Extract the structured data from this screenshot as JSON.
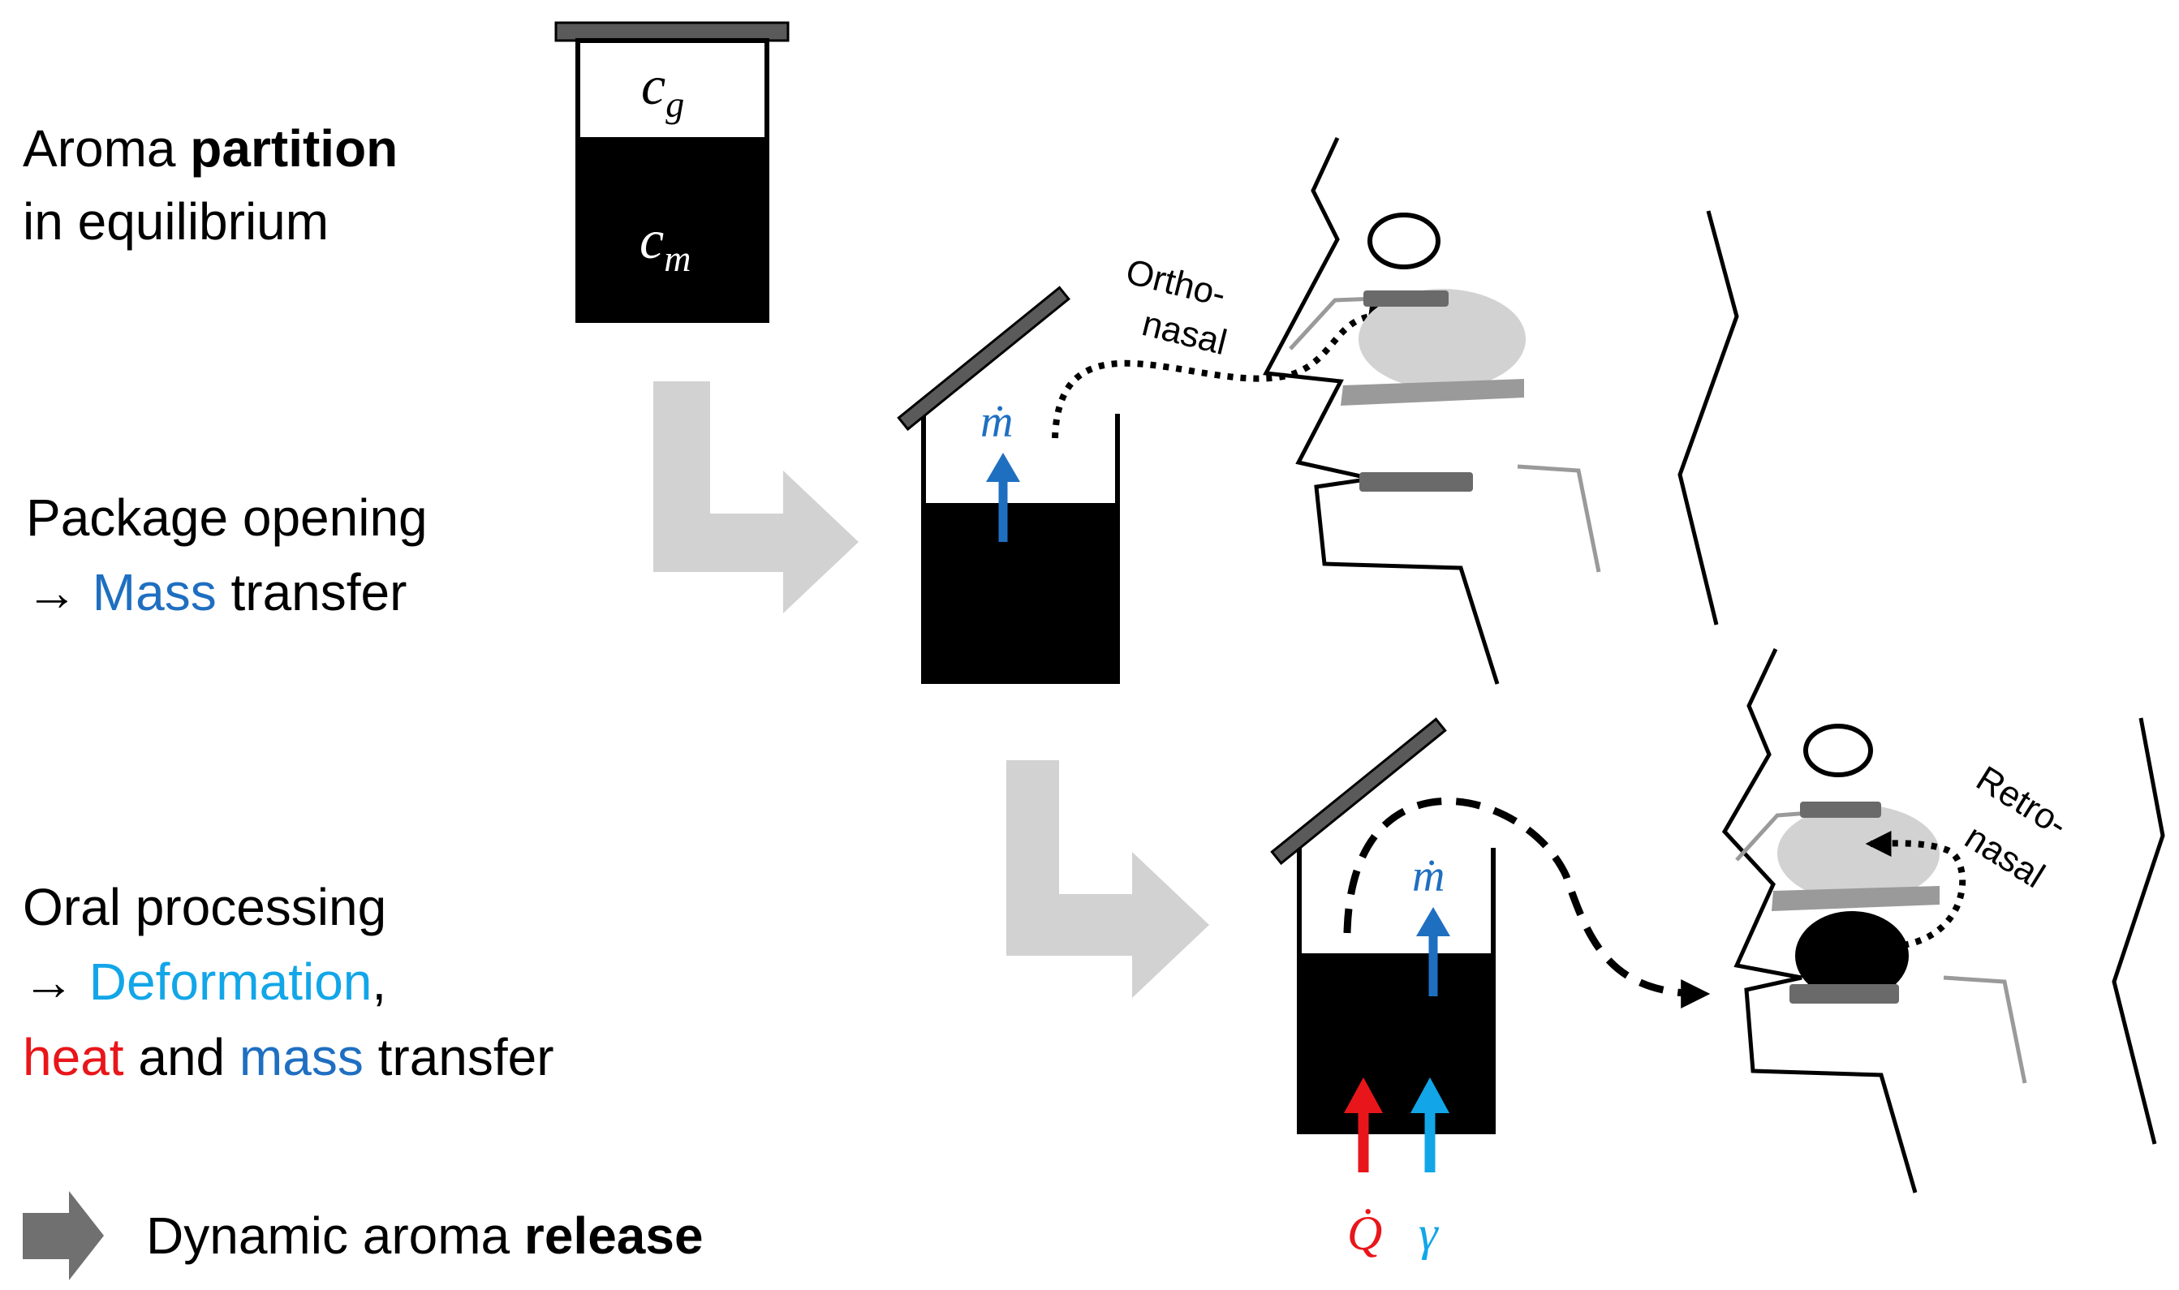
{
  "stages": {
    "partition": {
      "line1_prefix": "Aroma ",
      "line1_bold": "partition",
      "line2": "in equilibrium"
    },
    "opening": {
      "line1": "Package opening",
      "line2_arrow": "→ ",
      "line2_mass": "Mass",
      "line2_rest": " transfer"
    },
    "oral": {
      "line1": "Oral processing",
      "line2_arrow": "→ ",
      "line2_deformation": "Deformation",
      "line2_comma": ",",
      "line3_heat": "heat",
      "line3_and": " and ",
      "line3_mass": "mass",
      "line3_rest": " transfer"
    }
  },
  "legend": {
    "prefix": "Dynamic aroma ",
    "bold": "release"
  },
  "symbols": {
    "c": "c",
    "g": "g",
    "m": "m",
    "mdot_top": "ṁ",
    "mdot_bottom": "ṁ",
    "qdot": "Q̇",
    "gamma": "γ"
  },
  "pathways": {
    "ortho_line1": "Ortho-",
    "ortho_line2": "nasal",
    "retro_line1": "Retro-",
    "retro_line2": "nasal"
  },
  "colors": {
    "mass_blue": "#1f6fc1",
    "deformation_cyan": "#12a6e8",
    "heat_red": "#e8161a",
    "arrow_light_gray": "#d2d2d2",
    "legend_gray": "#707070",
    "lid_gray": "#5a5a5a"
  }
}
